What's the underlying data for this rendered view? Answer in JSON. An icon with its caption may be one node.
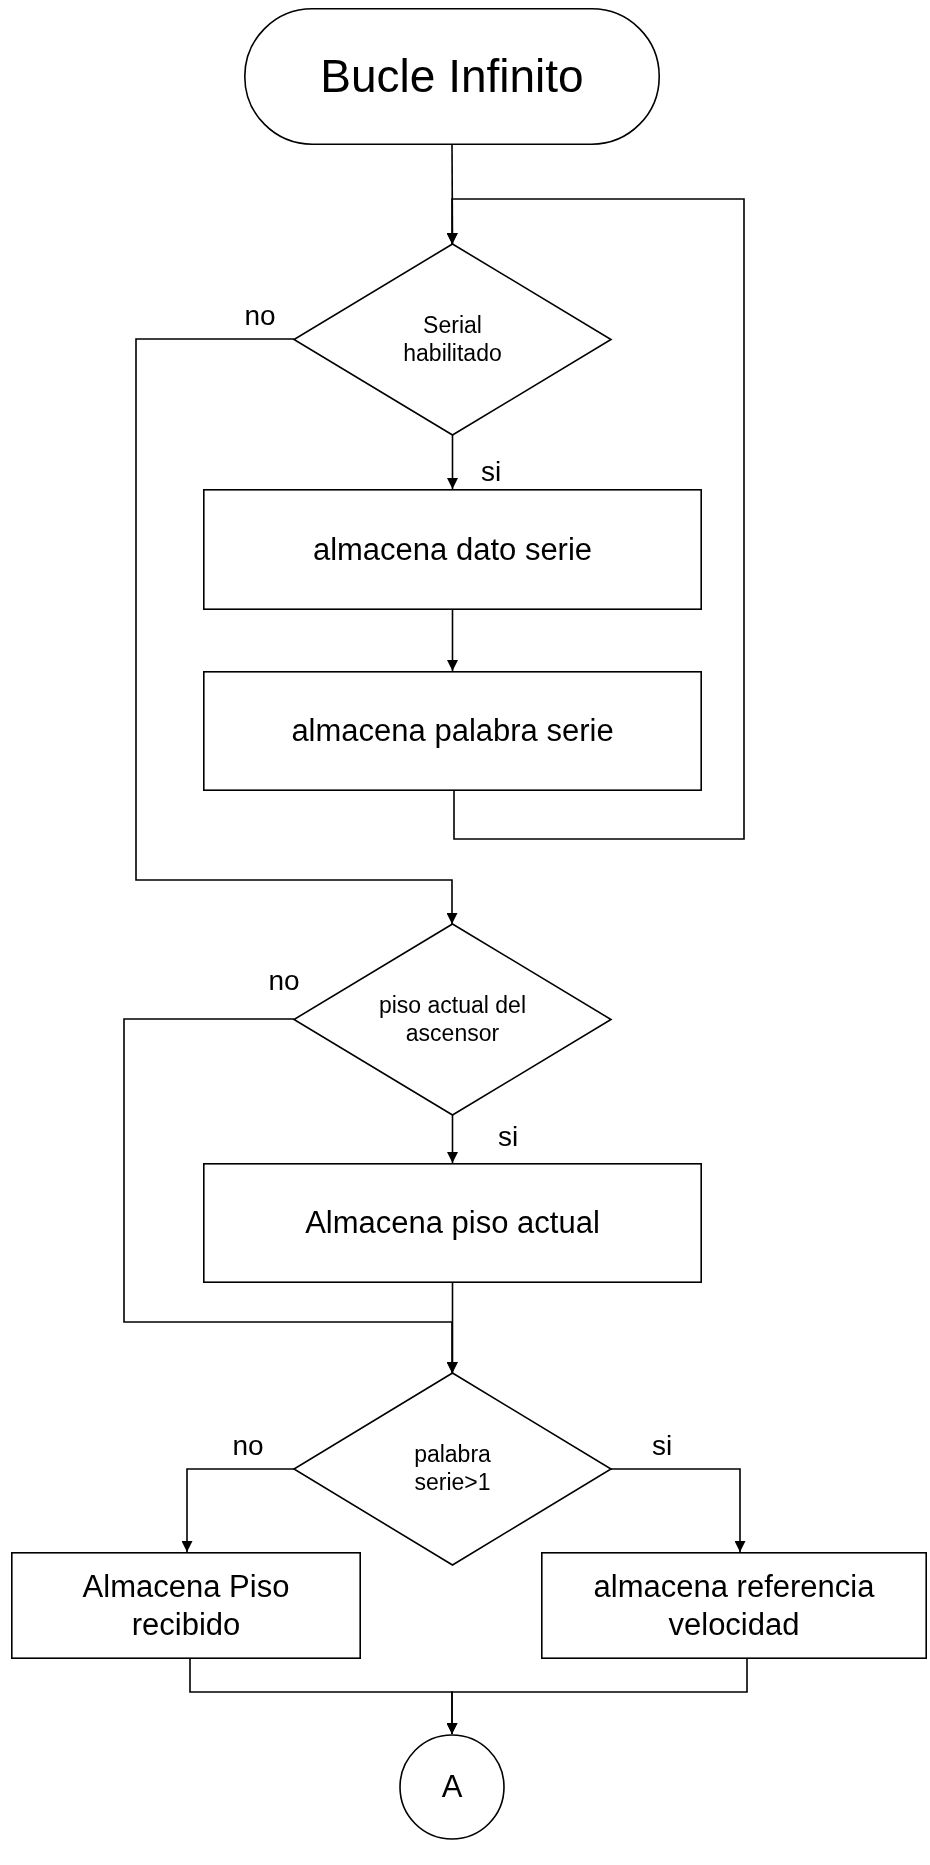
{
  "diagram": {
    "nodes": [
      {
        "text": [
          "Bucle Infinito"
        ]
      },
      {
        "text": [
          "Serial habilitado"
        ]
      },
      {
        "text": [
          "almacena dato serie"
        ]
      },
      {
        "text": [
          "almacena palabra serie"
        ]
      },
      {
        "text": [
          "piso actual del ascensor"
        ]
      },
      {
        "text": [
          "Almacena piso actual"
        ]
      },
      {
        "text": [
          "palabra serie>1"
        ]
      },
      {
        "text": [
          "Almacena Piso recibido"
        ]
      },
      {
        "text": [
          "almacena referencia velocidad"
        ]
      },
      {
        "text": [
          "A"
        ]
      }
    ],
    "edges": [
      {
        "from": 0,
        "to": 1,
        "arrow": "to"
      },
      {
        "from": 1,
        "to": 2,
        "arrow": "to",
        "label": "si"
      },
      {
        "from": 2,
        "to": 3,
        "arrow": "to"
      },
      {
        "from": 3,
        "to": 1,
        "arrow": "to"
      },
      {
        "from": 1,
        "to": 4,
        "arrow": "to",
        "label": "no"
      },
      {
        "from": 4,
        "to": 5,
        "arrow": "to",
        "label": "si"
      },
      {
        "from": 5,
        "to": 6,
        "arrow": "to"
      },
      {
        "from": 4,
        "to": 6,
        "arrow": "to",
        "label": "no"
      },
      {
        "from": 6,
        "to": 7,
        "arrow": "to",
        "label": "no"
      },
      {
        "from": 6,
        "to": 8,
        "arrow": "to",
        "label": "si"
      },
      {
        "from": 7,
        "to": 9,
        "arrow": "to"
      },
      {
        "from": 8,
        "to": 9,
        "arrow": "to"
      }
    ]
  }
}
